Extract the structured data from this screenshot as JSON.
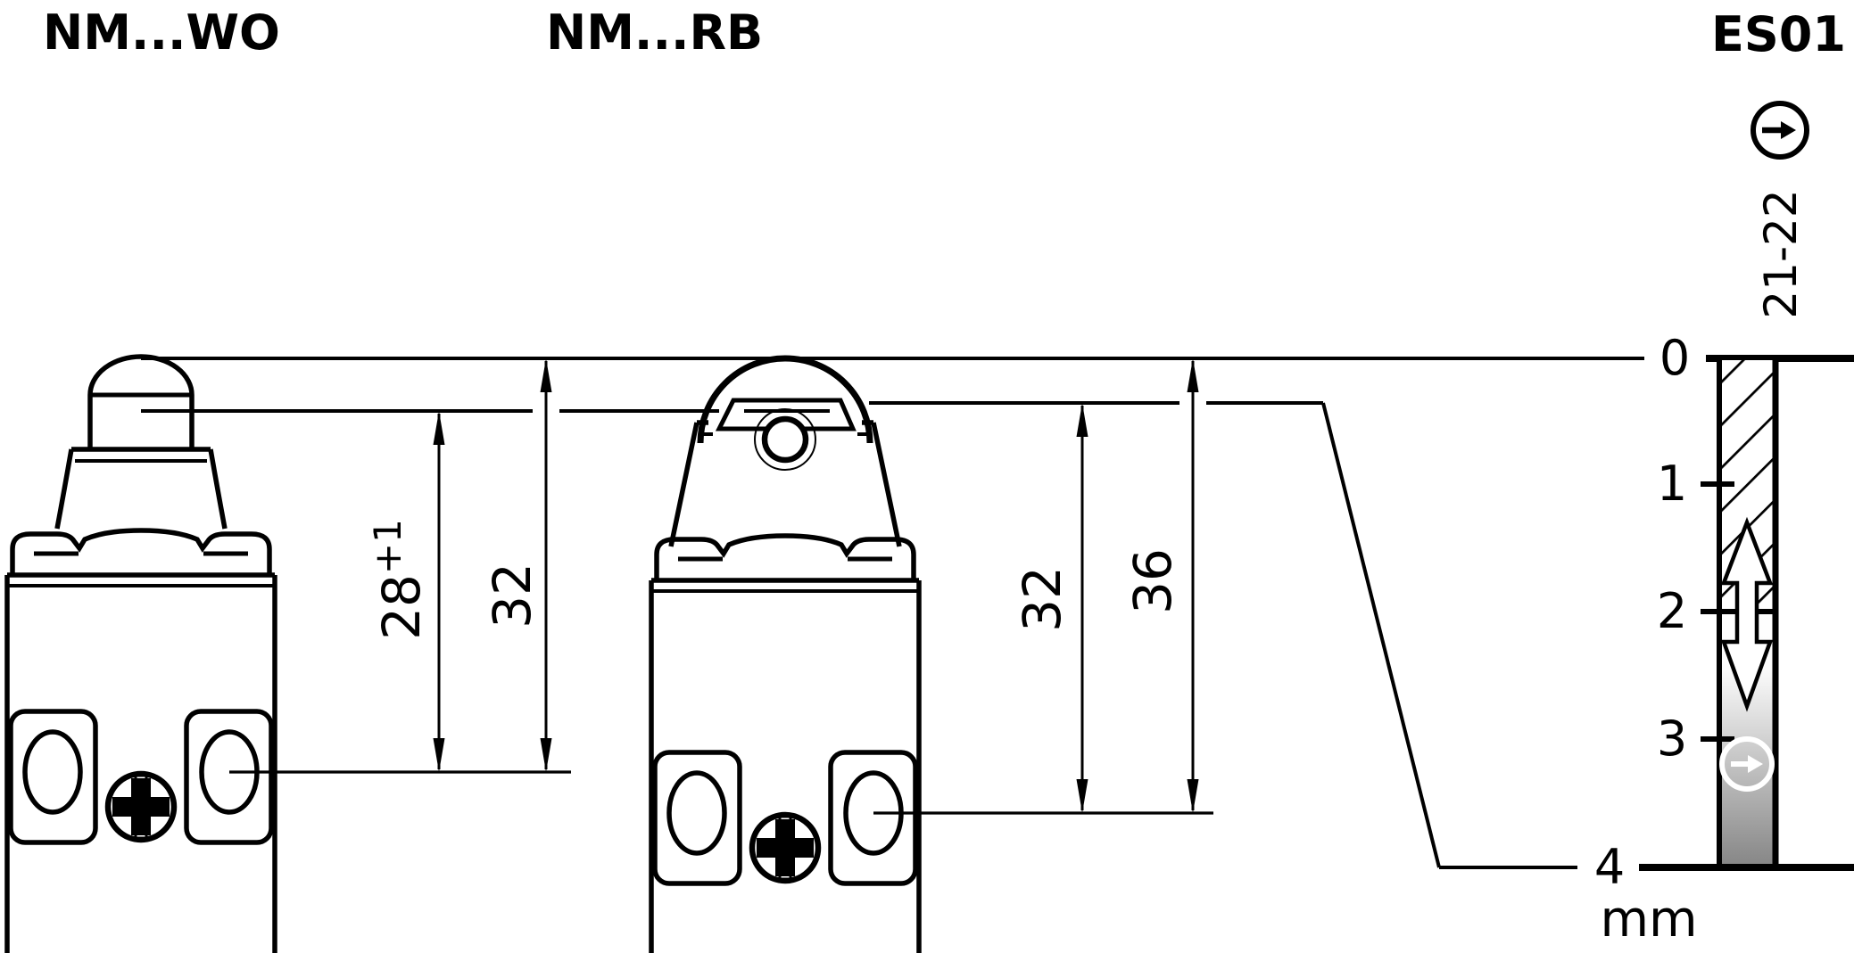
{
  "page": {
    "background": "#ffffff",
    "line_color": "#000000",
    "gray_bottom": "#878787"
  },
  "titles": {
    "left_switch": "NM...WO",
    "middle_switch": "NM...RB",
    "diagram": "ES01"
  },
  "dimensions": {
    "left_switch": {
      "plunger_travel": {
        "value": "28",
        "tolerance": "+1"
      },
      "overall": "32"
    },
    "middle_switch": {
      "plunger_travel": "32",
      "overall": "36"
    }
  },
  "travel_diagram": {
    "contact_label": "21-22",
    "unit": "mm",
    "axis_ticks": [
      "0",
      "1",
      "2",
      "3",
      "4"
    ],
    "axis_range_mm": [
      0,
      4
    ],
    "hatched_zone_mm": [
      0,
      2
    ],
    "gray_zone_mm": [
      2,
      4
    ],
    "icons": {
      "top": "circled-arrow-right",
      "in_bar": "circled-arrow-right-white",
      "range": "double-headed-travel-arrow"
    }
  }
}
